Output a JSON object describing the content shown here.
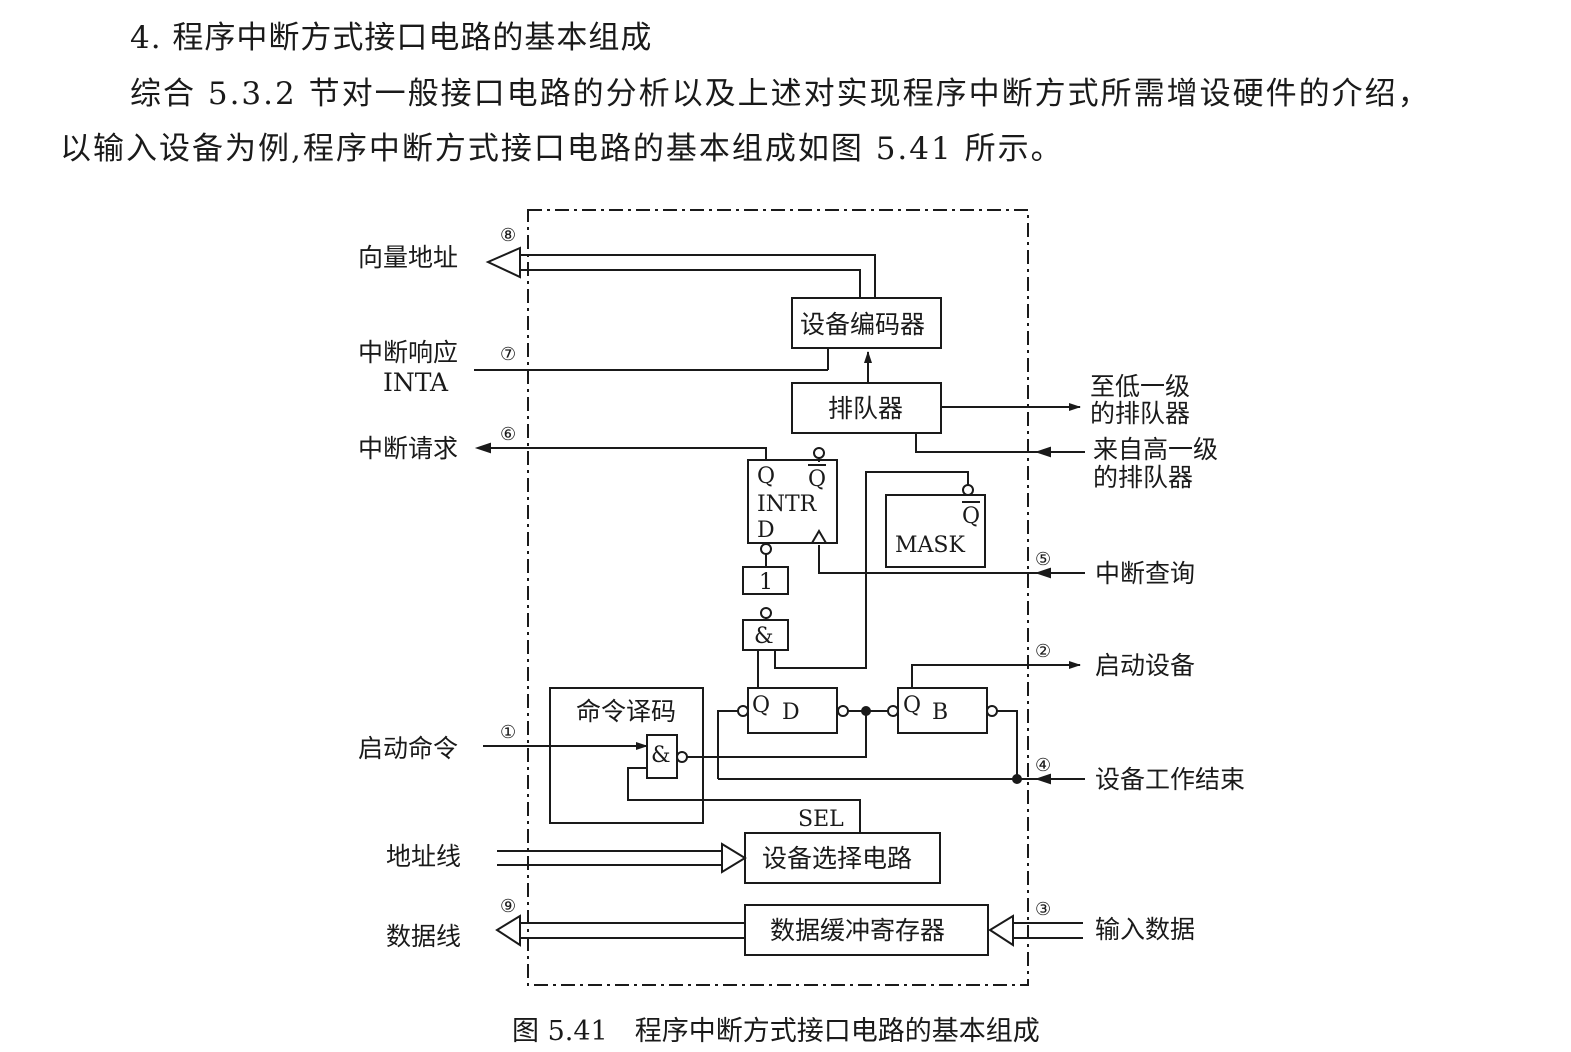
{
  "heading": "4. 程序中断方式接口电路的基本组成",
  "paragraph": {
    "line1": "综合 5.3.2 节对一般接口电路的分析以及上述对实现程序中断方式所需增设硬件的介绍，",
    "line2": "以输入设备为例,程序中断方式接口电路的基本组成如图 5.41 所示。"
  },
  "diagram": {
    "left_labels": {
      "vector_address": "向量地址",
      "interrupt_ack_1": "中断响应",
      "interrupt_ack_2": "INTA",
      "interrupt_request": "中断请求",
      "start_command": "启动命令",
      "address_lines": "地址线",
      "data_lines": "数据线"
    },
    "right_labels": {
      "to_lower_1": "至低一级",
      "to_lower_2": "的排队器",
      "from_higher_1": "来自高一级",
      "from_higher_2": "的排队器",
      "interrupt_query": "中断查询",
      "start_device": "启动设备",
      "device_done": "设备工作结束",
      "input_data": "输入数据"
    },
    "blocks": {
      "device_encoder": "设备编码器",
      "queue": "排队器",
      "intr_q": "Q",
      "intr_qbar": "Q",
      "intr_name": "INTR",
      "intr_d": "D",
      "mask_qbar": "Q",
      "mask_name": "MASK",
      "not_gate": "1",
      "and_gate": "&",
      "cmd_decode": "命令译码",
      "cmd_and": "&",
      "d_ff_q": "Q",
      "d_ff_name": "D",
      "b_ff_q": "Q",
      "b_ff_name": "B",
      "sel": "SEL",
      "device_select": "设备选择电路",
      "data_buffer": "数据缓冲寄存器"
    },
    "markers": {
      "m1": "①",
      "m2": "②",
      "m3": "③",
      "m4": "④",
      "m5": "⑤",
      "m6": "⑥",
      "m7": "⑦",
      "m8": "⑧",
      "m9": "⑨"
    }
  },
  "caption": "图 5.41　程序中断方式接口电路的基本组成"
}
